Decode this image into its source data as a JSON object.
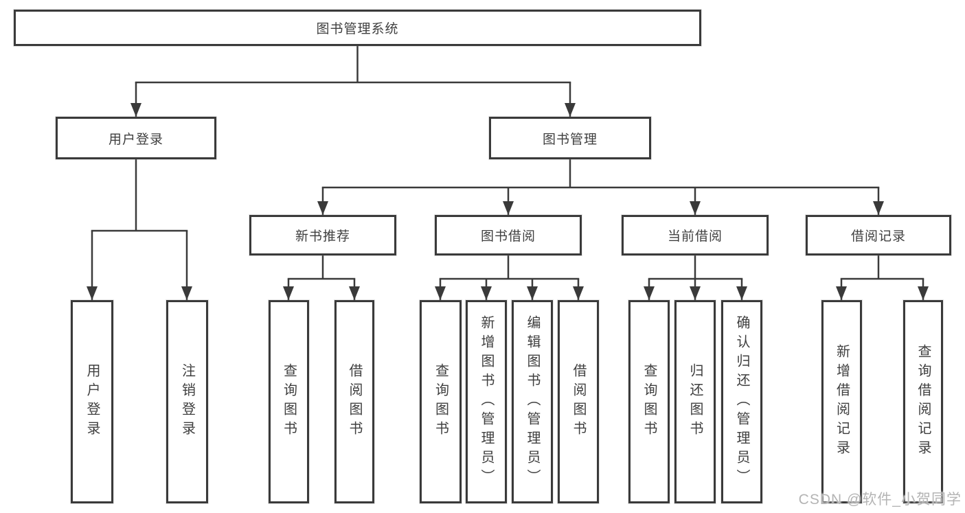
{
  "tree": {
    "label": "图书管理系统",
    "children": [
      {
        "label": "用户登录",
        "children": [
          {
            "label": "用户登录"
          },
          {
            "label": "注销登录"
          }
        ]
      },
      {
        "label": "图书管理",
        "children": [
          {
            "label": "新书推荐",
            "children": [
              {
                "label": "查询图书"
              },
              {
                "label": "借阅图书"
              }
            ]
          },
          {
            "label": "图书借阅",
            "children": [
              {
                "label": "查询图书"
              },
              {
                "label": "新增图书（管理员）"
              },
              {
                "label": "编辑图书（管理员）"
              },
              {
                "label": "借阅图书"
              }
            ]
          },
          {
            "label": "当前借阅",
            "children": [
              {
                "label": "查询图书"
              },
              {
                "label": "归还图书"
              },
              {
                "label": "确认归还（管理员）"
              }
            ]
          },
          {
            "label": "借阅记录",
            "children": [
              {
                "label": "新增借阅记录"
              },
              {
                "label": "查询借阅记录"
              }
            ]
          }
        ]
      }
    ]
  },
  "watermark": "CSDN @软件_小贺同学",
  "colors": {
    "line": "#3a3a3a",
    "node_border": "#3a3a3a",
    "text": "#3f3f3f",
    "watermark": "#b4b4b4",
    "background": "#ffffff"
  }
}
